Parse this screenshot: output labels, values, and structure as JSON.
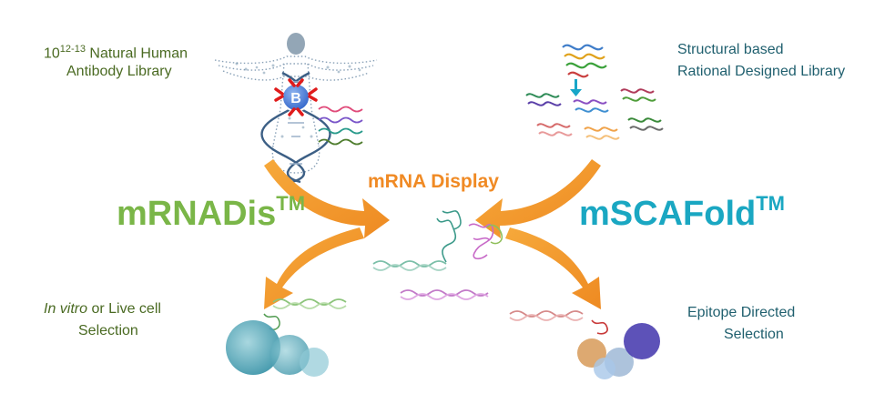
{
  "top_left": {
    "exponent": "12-13",
    "base": "10",
    "line1_rest": " Natural Human",
    "line2": "Antibody Library",
    "b_cell_letter": "B"
  },
  "top_right": {
    "line1": "Structural based",
    "line2": "Rational Designed Library"
  },
  "center": {
    "title": "mRNA Display"
  },
  "left_brand": {
    "name": "mRNADis",
    "mark": "TM"
  },
  "right_brand": {
    "name": "mSCAFold",
    "mark": "TM"
  },
  "bottom_left": {
    "italic": "In vitro",
    "line1_rest": " or Live cell",
    "line2": "Selection"
  },
  "bottom_right": {
    "line1": "Epitope Directed",
    "line2": "Selection"
  },
  "colors": {
    "green_brand": "#7ab648",
    "teal_brand": "#1aa7c2",
    "arrow_orange": "#f39a2e",
    "text_green": "#4a6a22",
    "text_teal": "#1f5f6e"
  }
}
